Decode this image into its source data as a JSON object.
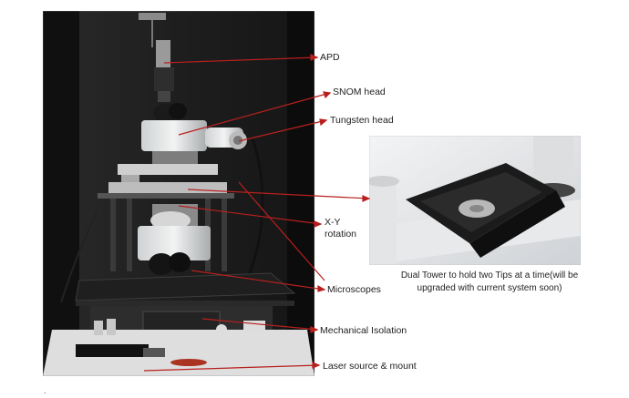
{
  "labels": {
    "apd": "APD",
    "snom_head": "SNOM head",
    "tungsten_head": "Tungsten head",
    "xy_rotation_line1": "X-Y",
    "xy_rotation_line2": "rotation",
    "microscopes": "Microscopes",
    "mechanical_isolation": "Mechanical Isolation",
    "laser_source": "Laser source & mount"
  },
  "caption": {
    "line1": "Dual Tower to hold two Tips at a time(will be",
    "line2": "upgraded with current system soon)"
  },
  "footer_mark": ".",
  "colors": {
    "leader": "#b8201e",
    "text": "#222222"
  }
}
